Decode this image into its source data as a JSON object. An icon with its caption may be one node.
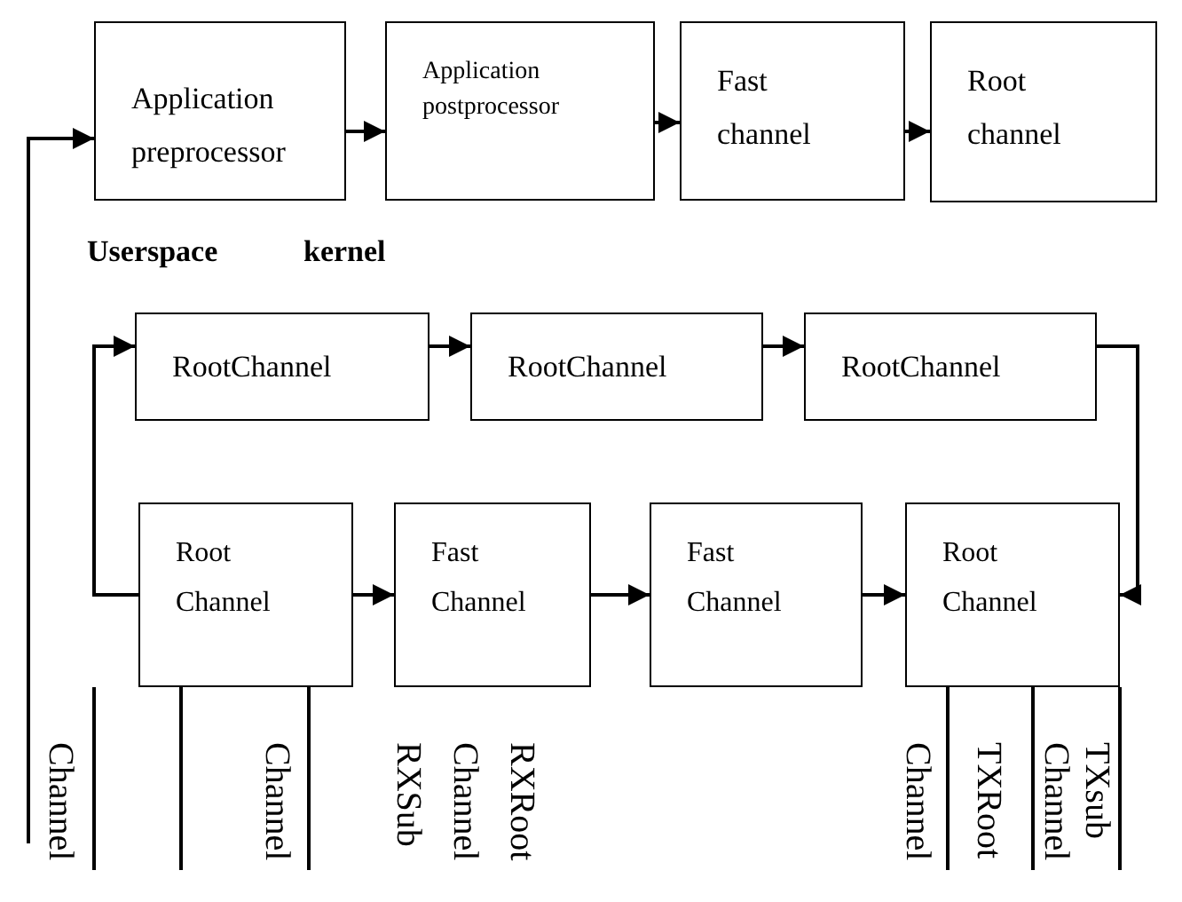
{
  "diagram": {
    "nodes": [
      {
        "text": [
          "Application preprocessor"
        ]
      },
      {
        "text": [
          "Application postprocessor"
        ]
      },
      {
        "text": [
          "Fast channel"
        ]
      },
      {
        "text": [
          "Root channel"
        ]
      },
      {
        "text": [
          "RootChannel"
        ]
      },
      {
        "text": [
          "RootChannel"
        ]
      },
      {
        "text": [
          "RootChannel"
        ]
      },
      {
        "text": [
          "Root Channel"
        ]
      },
      {
        "text": [
          "Fast Channel"
        ]
      },
      {
        "text": [
          "Fast Channel"
        ]
      },
      {
        "text": [
          "Root Channel"
        ]
      }
    ],
    "edges": [
      {
        "from": null,
        "to": 0,
        "arrow": "to"
      },
      {
        "from": 0,
        "to": 1,
        "arrow": "to"
      },
      {
        "from": 1,
        "to": 2,
        "arrow": "to"
      },
      {
        "from": 2,
        "to": 3,
        "arrow": "to"
      },
      {
        "from": 7,
        "to": 4,
        "arrow": "to"
      },
      {
        "from": 4,
        "to": 5,
        "arrow": "to"
      },
      {
        "from": 5,
        "to": 6,
        "arrow": "to"
      },
      {
        "from": 6,
        "to": 10,
        "arrow": "to"
      },
      {
        "from": 7,
        "to": 8,
        "arrow": "to"
      },
      {
        "from": 8,
        "to": 9,
        "arrow": "to"
      },
      {
        "from": 9,
        "to": 10,
        "arrow": "to"
      },
      {
        "from": 7,
        "to": null,
        "arrow": "none"
      },
      {
        "from": 7,
        "to": null,
        "arrow": "none"
      },
      {
        "from": 10,
        "to": null,
        "arrow": "none"
      },
      {
        "from": 10,
        "to": null,
        "arrow": "none"
      },
      {
        "from": 10,
        "to": null,
        "arrow": "none"
      }
    ],
    "labels": [
      "Userspace",
      "kernel",
      "Channel",
      "Channel",
      "RXSub",
      "Channel",
      "RXRoot",
      "Channel",
      "TXRoot",
      "Channel",
      "TXsub"
    ]
  }
}
